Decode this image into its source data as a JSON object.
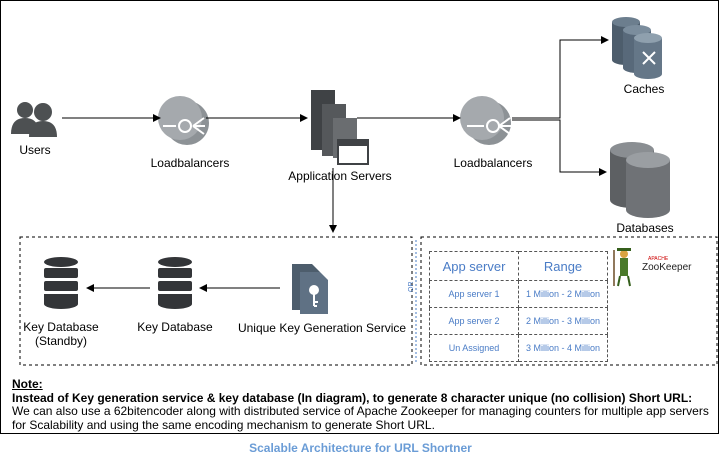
{
  "labels": {
    "users": "Users",
    "loadbalancers_left": "Loadbalancers",
    "application_servers": "Application Servers",
    "loadbalancers_right": "Loadbalancers",
    "caches": "Caches",
    "databases": "Databases",
    "key_database_standby": "Key Database\n(Standby)",
    "key_database": "Key Database",
    "unique_key_generation_service": "Unique Key Generation Service",
    "or": "OR"
  },
  "range_table": {
    "headers": [
      "App server",
      "Range"
    ],
    "rows": [
      [
        "App server 1",
        "1 Million - 2 Million"
      ],
      [
        "App server 2",
        "2 Million - 3 Million"
      ],
      [
        "Un Assigned",
        "3 Million - 4 Million"
      ]
    ]
  },
  "zookeeper": {
    "apache": "APACHE",
    "name": "ZooKeeper"
  },
  "note": {
    "title": "Note:",
    "bold_line": "Instead of Key generation service & key database (In diagram), to generate 8 character unique (no collision) Short URL:",
    "body": "We can also use a 62bitencoder along with distributed service of Apache Zookeeper for managing counters for multiple app servers for Scalability and using the same encoding mechanism to generate Short URL."
  },
  "caption": "Scalable Architecture for URL Shortner",
  "colors": {
    "icon_gray": "#5f6366",
    "accent_blue": "#4a7cc6",
    "caption_blue": "#6a9cd6"
  }
}
